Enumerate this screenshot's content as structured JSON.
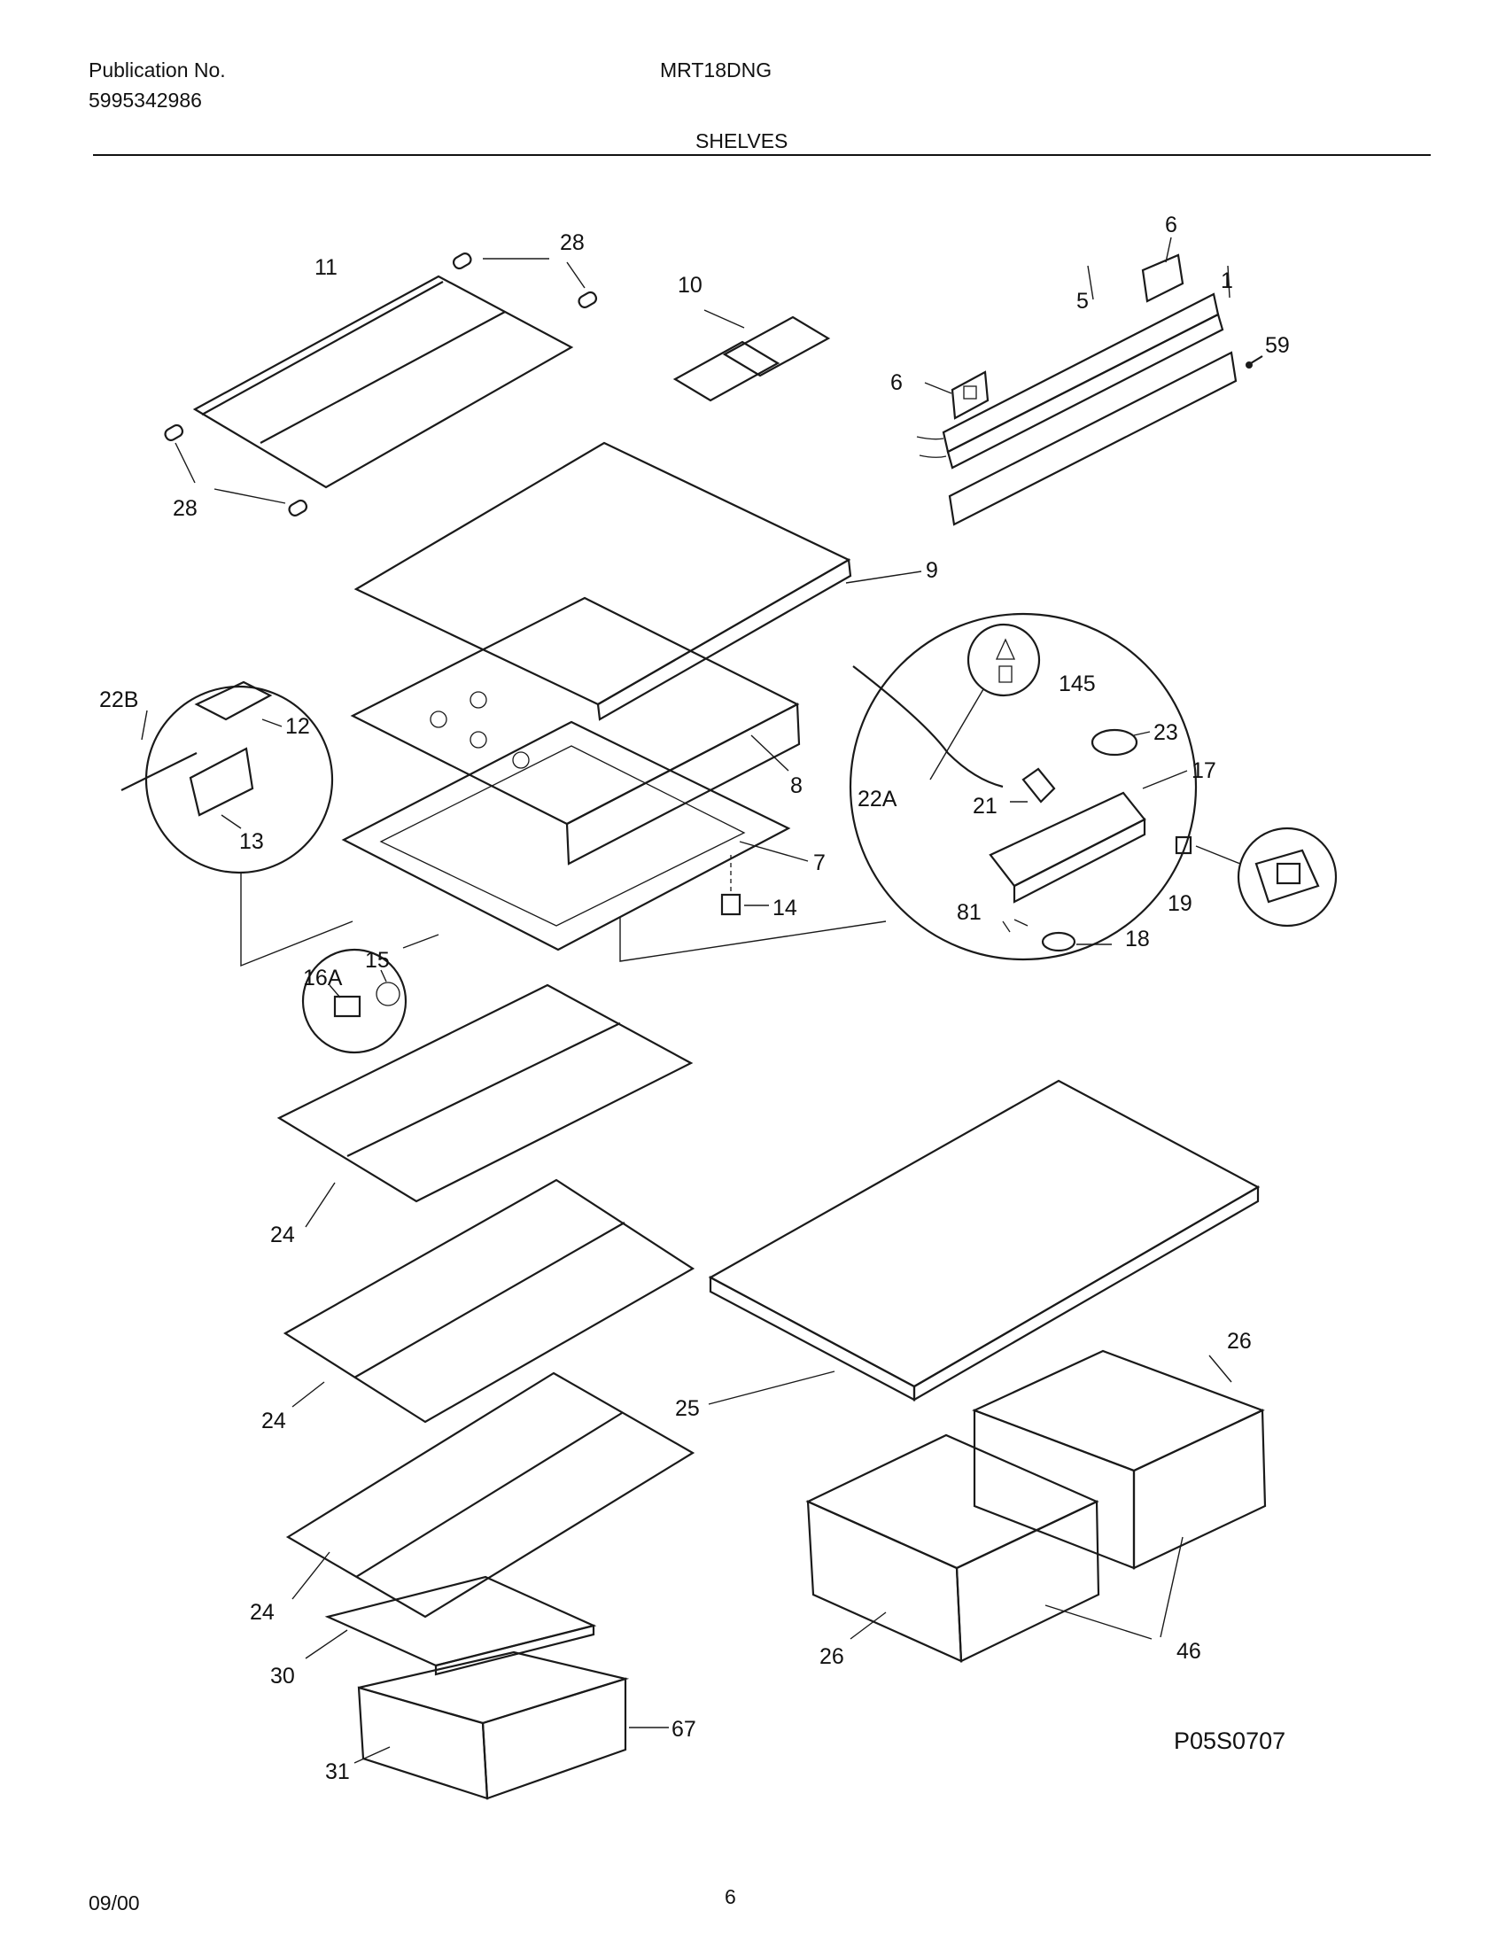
{
  "header": {
    "publication_label": "Publication No.",
    "publication_number": "5995342986",
    "model": "MRT18DNG",
    "section_title": "SHELVES"
  },
  "callouts": {
    "c11": "11",
    "c28a": "28",
    "c28b": "28",
    "c10": "10",
    "c6a": "6",
    "c6b": "6",
    "c5": "5",
    "c1": "1",
    "c59": "59",
    "c9": "9",
    "c22b": "22B",
    "c12": "12",
    "c13": "13",
    "c8": "8",
    "c7": "7",
    "c14": "14",
    "c15": "15",
    "c16a": "16A",
    "c145": "145",
    "c23": "23",
    "c17": "17",
    "c22a": "22A",
    "c21": "21",
    "c19": "19",
    "c81": "81",
    "c18": "18",
    "c24a": "24",
    "c24b": "24",
    "c24c": "24",
    "c25": "25",
    "c26a": "26",
    "c26b": "26",
    "c46": "46",
    "c30": "30",
    "c31": "31",
    "c67": "67"
  },
  "diagram_code": "P05S0707",
  "footer": {
    "date": "09/00",
    "page_number": "6"
  }
}
